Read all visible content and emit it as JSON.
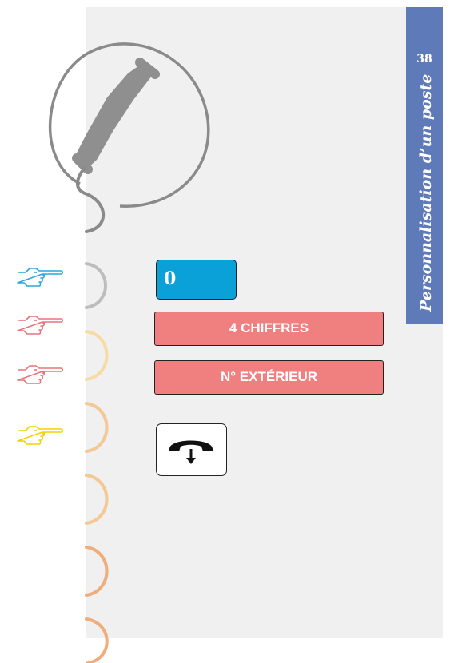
{
  "header": {
    "page_number": "38",
    "section_title": "Personnalisation d’un poste"
  },
  "steps": [
    {
      "action": "pointing-hand-icon",
      "color": "#2aa7dc",
      "key": "0",
      "key_color": "#0aa0d8"
    },
    {
      "action": "pointing-hand-icon",
      "color": "#e8747c",
      "key": "4 CHIFFRES",
      "key_color": "#f08080"
    },
    {
      "action": "pointing-hand-icon",
      "color": "#e8747c",
      "key": "N° EXTÉRIEUR",
      "key_color": "#f08080"
    },
    {
      "action": "pointing-hand-icon",
      "color": "#f2d200",
      "key": "hang-up-key-icon"
    }
  ],
  "decoration": {
    "handset_icon": "telephone-handset-icon",
    "tab_color": "#5f7ab8"
  }
}
